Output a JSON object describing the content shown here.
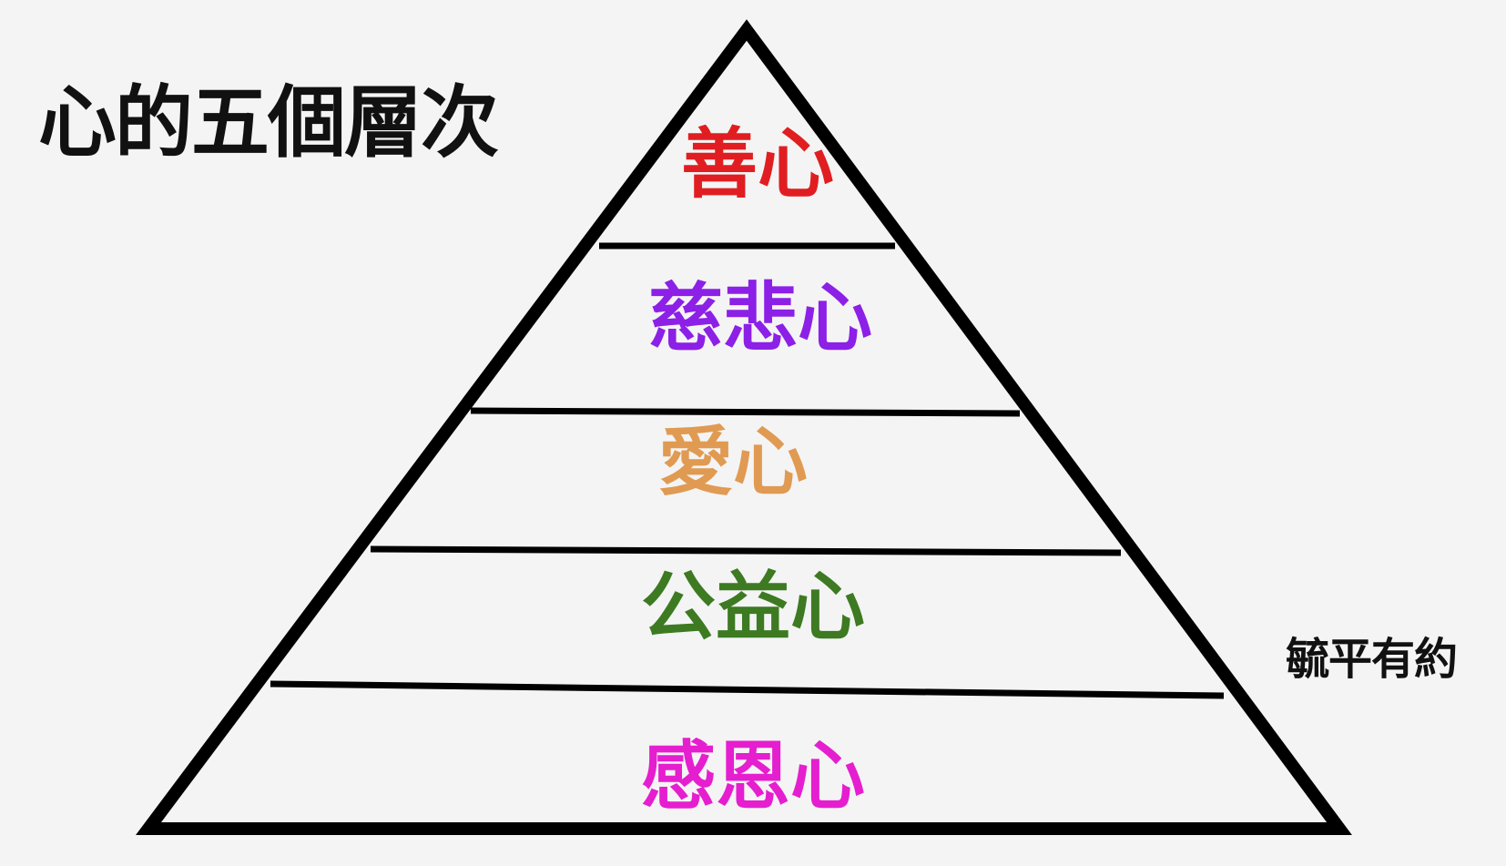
{
  "title": "心的五個層次",
  "author": "毓平有約",
  "levels": [
    {
      "label": "善心",
      "color": "#e01e22"
    },
    {
      "label": "慈悲心",
      "color": "#8c20e6"
    },
    {
      "label": "愛心",
      "color": "#e09a52"
    },
    {
      "label": "公益心",
      "color": "#3d7a22"
    },
    {
      "label": "感恩心",
      "color": "#e51ecf"
    }
  ],
  "colors": {
    "background": "#f4f4f4",
    "outline": "#000000",
    "title": "#111111"
  }
}
